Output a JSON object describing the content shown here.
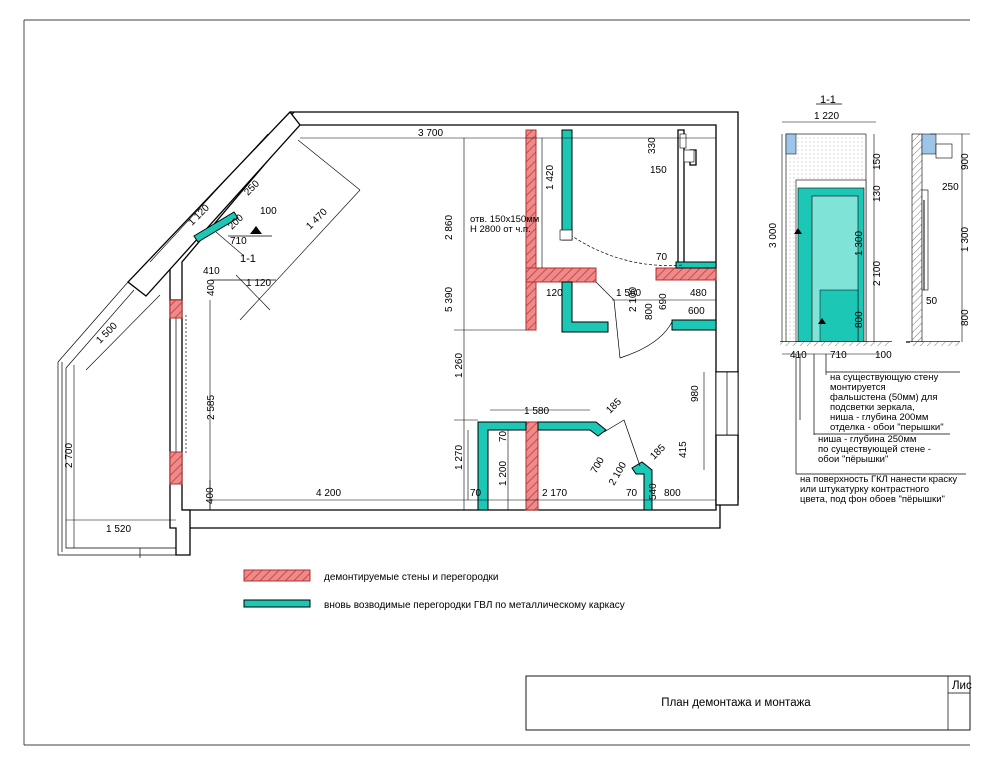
{
  "sheet": {
    "title": "План демонтажа и монтажа",
    "sheet_label": "Лис"
  },
  "legend": {
    "demolished": "демонтируемые стены и перегородки",
    "new_partitions": "вновь возводимые перегородки ГВЛ по металлическому каркасу"
  },
  "section": {
    "label": "1-1",
    "label_plan": "1-1",
    "dims": {
      "width": "1 220",
      "height_total": "3 000",
      "d150": "150",
      "d130": "130",
      "d1300": "1 300",
      "d2100": "2 100",
      "d800": "800",
      "d410": "410",
      "d710": "710",
      "d100": "100",
      "side900": "900",
      "side250": "250",
      "side1300": "1 300",
      "side50": "50",
      "side800": "800"
    },
    "notes": [
      [
        "на существующую стену",
        "монтируется",
        "фальшстена (50мм) для",
        "подсветки зеркала,",
        "ниша - глубина 200мм",
        "отделка - обои \"перышки\""
      ],
      [
        "ниша - глубина 250мм",
        "по существующей стене -",
        "обои \"пёрышки\""
      ],
      [
        "на поверхность ГКЛ нанести краску",
        "или штукатурку контрастного",
        "цвета, под фон обоев \"пёрышки\""
      ]
    ]
  },
  "plan": {
    "dims": {
      "top3700": "3 700",
      "d1470": "1 470",
      "d1120a": "1 120",
      "d1120b": "1 120",
      "d250": "250",
      "d200": "200",
      "d100": "100",
      "d710": "710",
      "d410": "410",
      "d400a": "400",
      "d1500": "1 500",
      "d2585": "2 585",
      "d2700": "2 700",
      "d1520": "1 520",
      "d400b": "400",
      "d4200": "4 200",
      "d70a": "70",
      "d2170": "2 170",
      "d70b": "70",
      "d800a": "800",
      "d540": "540",
      "d5390": "5 390",
      "d2860": "2 860",
      "d1260": "1 260",
      "d1270": "1 270",
      "d1420": "1 420",
      "d330": "330",
      "d150": "150",
      "d70c": "70",
      "d120": "120",
      "d1560": "1 560",
      "d480": "480",
      "d2100a": "2 100",
      "d800b": "800",
      "d690": "690",
      "d600": "600",
      "d980": "980",
      "d415": "415",
      "d1580": "1 580",
      "d185a": "185",
      "d185b": "185",
      "d70d": "70",
      "d1200": "1 200",
      "d700": "700",
      "d2100b": "2 100"
    },
    "opening": [
      "отв. 150x150мм",
      "Н 2800 от ч.п."
    ]
  },
  "colors": {
    "new_partition": "#1dc7b6",
    "demolished_stroke": "#b03030",
    "demolished_fill": "#e46464"
  }
}
